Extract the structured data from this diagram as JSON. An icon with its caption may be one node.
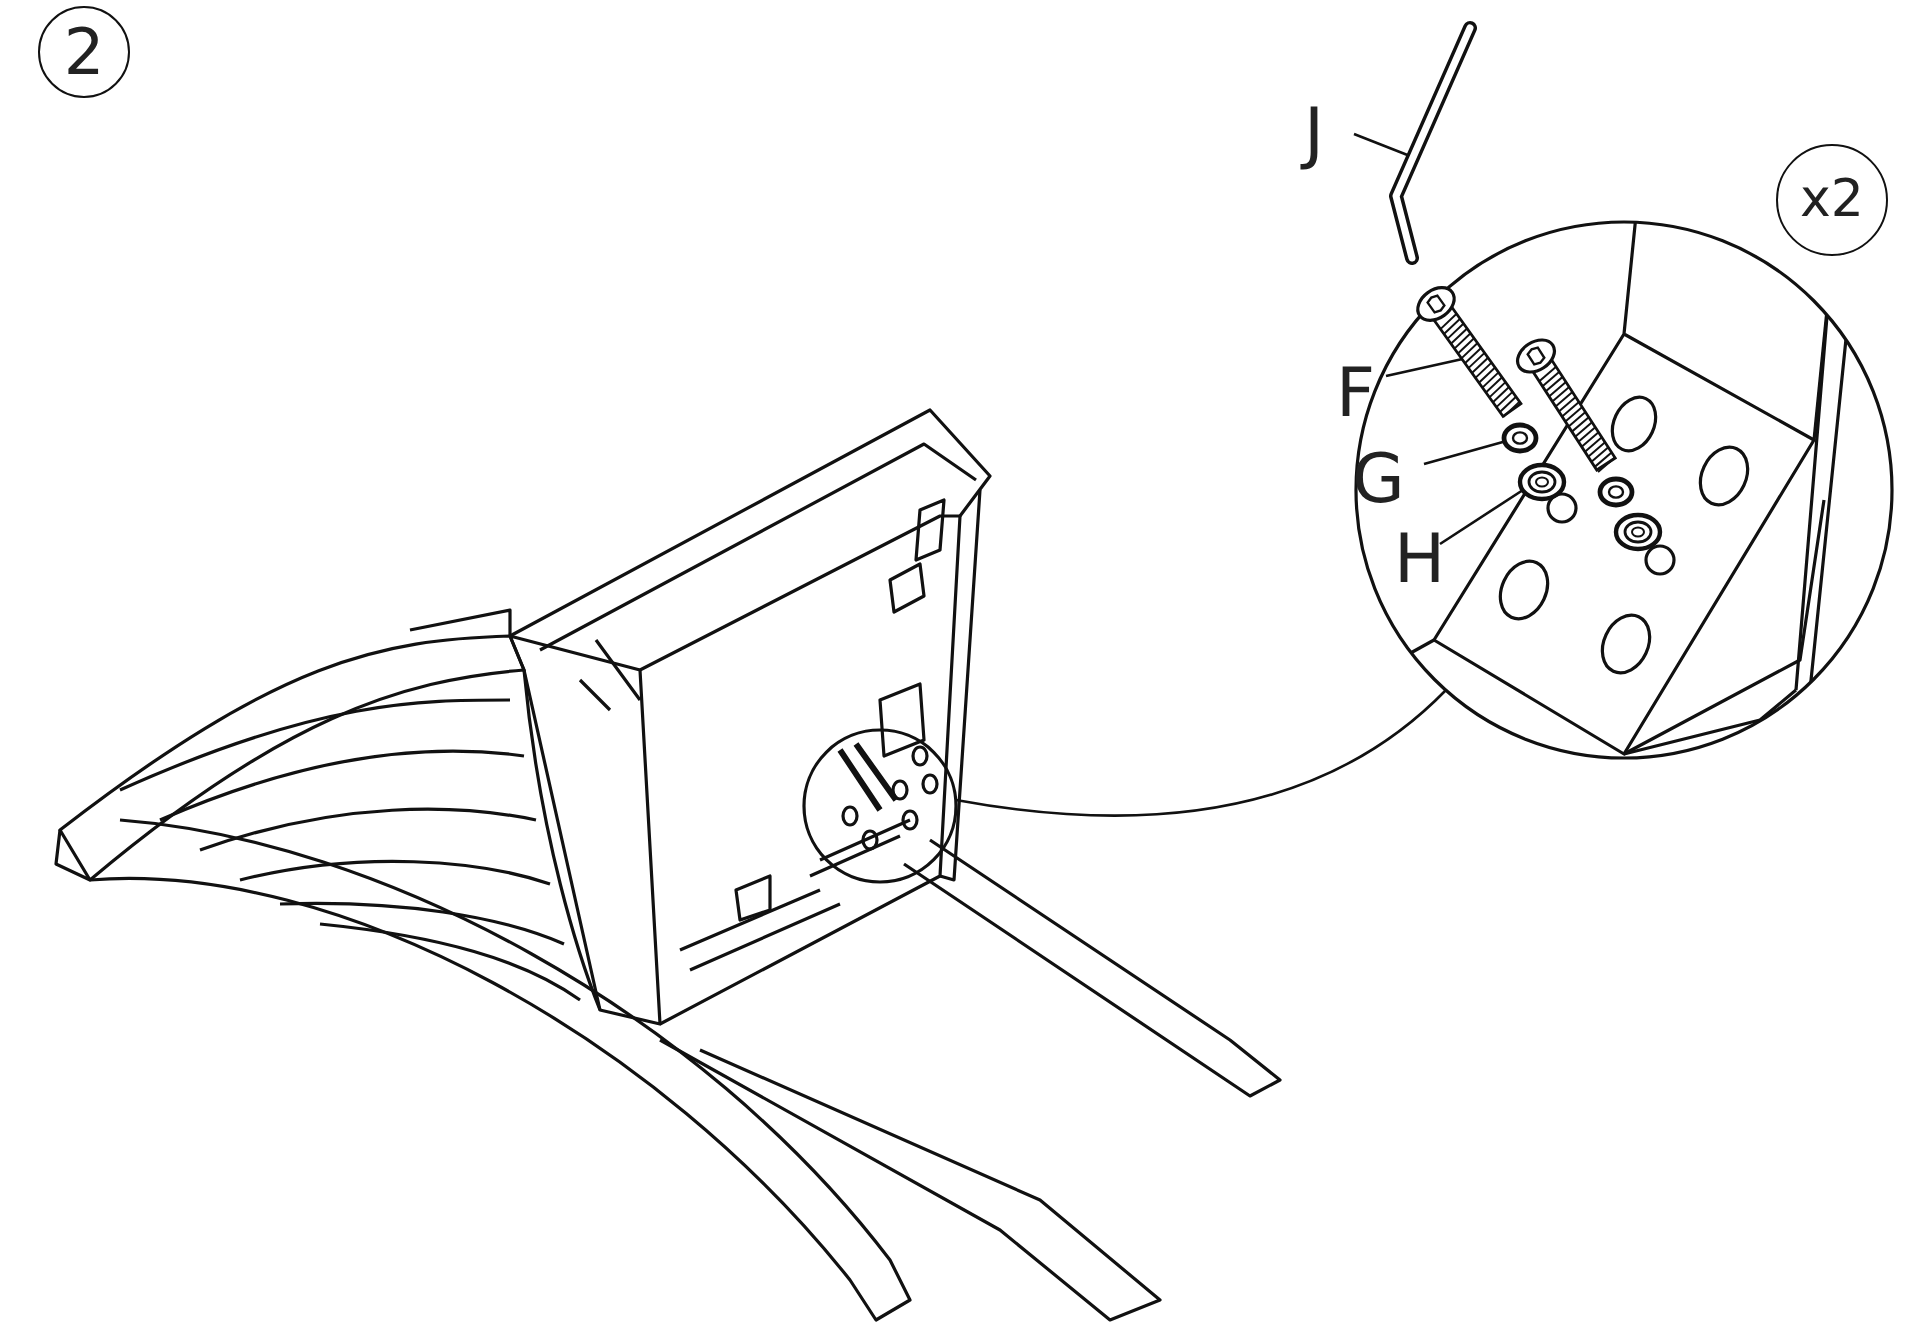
{
  "diagram": {
    "nodes": [
      {
        "text": [
          "2"
        ]
      },
      {
        "text": [
          "x2"
        ]
      },
      {
        "text": [
          "J"
        ]
      },
      {
        "text": [
          "F"
        ]
      },
      {
        "text": [
          "G"
        ],
        "in": 10
      },
      {
        "text": [
          "H"
        ],
        "in": 10
      },
      {
        "text": [],
        "shape": "picture"
      },
      {
        "text": [],
        "shape": "picture",
        "in": 10
      },
      {
        "text": [],
        "shape": "picture",
        "in": 10
      },
      {
        "text": [],
        "shape": "picture",
        "in": 10
      },
      {
        "text": [],
        "shape": "circle"
      },
      {
        "text": [],
        "shape": "circle"
      }
    ],
    "edges": [
      {
        "from": 2,
        "to": 6,
        "arrow": "none"
      },
      {
        "from": 3,
        "to": 7,
        "arrow": "none"
      },
      {
        "from": 4,
        "to": 8,
        "arrow": "none"
      },
      {
        "from": 5,
        "to": 9,
        "arrow": "none"
      },
      {
        "from": 11,
        "to": 10,
        "arrow": "none"
      }
    ]
  }
}
